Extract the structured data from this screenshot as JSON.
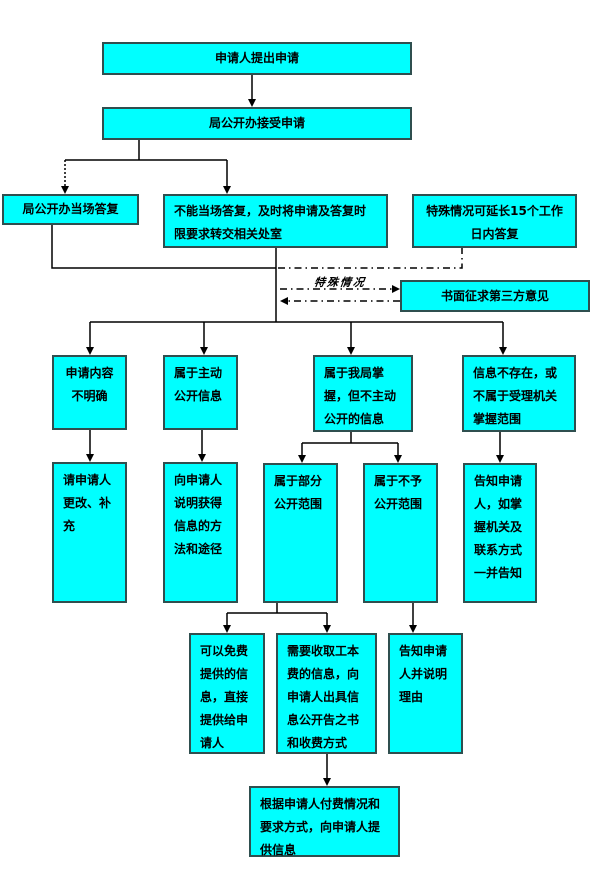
{
  "diagram": {
    "type": "flowchart",
    "colors": {
      "node_fill": "#00ffff",
      "node_border": "#2f4f4f",
      "line": "#000000",
      "text": "#000000"
    },
    "edge_label_special_case": "特殊情况",
    "nodes": {
      "submit_application": {
        "label": "申请人提出申请"
      },
      "office_receives": {
        "label": "局公开办接受申请"
      },
      "onsite_reply": {
        "label": "局公开办当场答复"
      },
      "cannot_reply_onsite": {
        "label": "不能当场答复，及时将申请及答复时\n限要求转交相关处室"
      },
      "extension_15_days": {
        "label": "特殊情况可延长15个工作\n日内答复"
      },
      "seek_third_party_opinion": {
        "label": "书面征求第三方意见"
      },
      "application_unclear": {
        "label": "申请内容\n不明确"
      },
      "proactive_disclosure": {
        "label": "属于主动\n公开信息"
      },
      "held_not_proactive": {
        "label": "属于我局掌\n握，但不主动\n公开的信息"
      },
      "info_not_exist": {
        "label": "信息不存在，或\n不属于受理机关\n掌握范围"
      },
      "ask_applicant_amend": {
        "label": "请申请人\n更改、补\n充"
      },
      "explain_how_to_obtain": {
        "label": "向申请人\n说明获得\n信息的方\n法和途径"
      },
      "partial_disclosure": {
        "label": "属于部分\n公开范围"
      },
      "no_disclosure": {
        "label": "属于不予\n公开范围"
      },
      "inform_with_contact": {
        "label": "告知申请\n人，如掌\n握机关及\n联系方式\n一并告知"
      },
      "free_provide": {
        "label": "可以免费\n提供的信\n息，直接\n提供给申\n请人"
      },
      "fee_required": {
        "label": "需要收取工本\n费的信息，向\n申请人出具信\n息公开告之书\n和收费方式"
      },
      "inform_with_reason": {
        "label": "告知申请\n人并说明\n理由"
      },
      "provide_per_payment": {
        "label": "根据申请人付费情况和\n要求方式，向申请人提\n供信息"
      }
    }
  }
}
